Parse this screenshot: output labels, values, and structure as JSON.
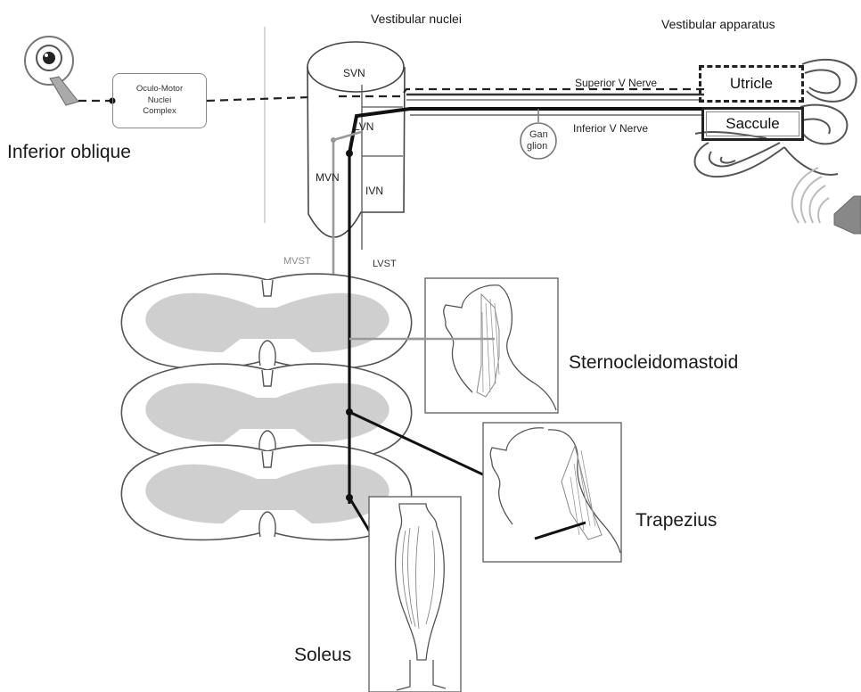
{
  "headers": {
    "vestibular_nuclei": "Vestibular nuclei",
    "vestibular_apparatus": "Vestibular apparatus"
  },
  "nuclei": {
    "svn": "SVN",
    "lvn": "LVN",
    "mvn": "MVN",
    "ivn": "IVN"
  },
  "tracts": {
    "mvst": "MVST",
    "lvst": "LVST"
  },
  "nerves": {
    "superior": "Superior V Nerve",
    "inferior": "Inferior V Nerve"
  },
  "ganglion": {
    "line1": "Gan",
    "line2": "glion"
  },
  "organs": {
    "utricle": "Utricle",
    "saccule": "Saccule"
  },
  "oculomotor": {
    "line1": "Oculo-Motor",
    "line2": "Nuclei",
    "line3": "Complex"
  },
  "muscles": {
    "inferior_oblique": "Inferior oblique",
    "sternocleidomastoid": "Sternocleidomastoid",
    "trapezius": "Trapezius",
    "soleus": "Soleus"
  }
}
